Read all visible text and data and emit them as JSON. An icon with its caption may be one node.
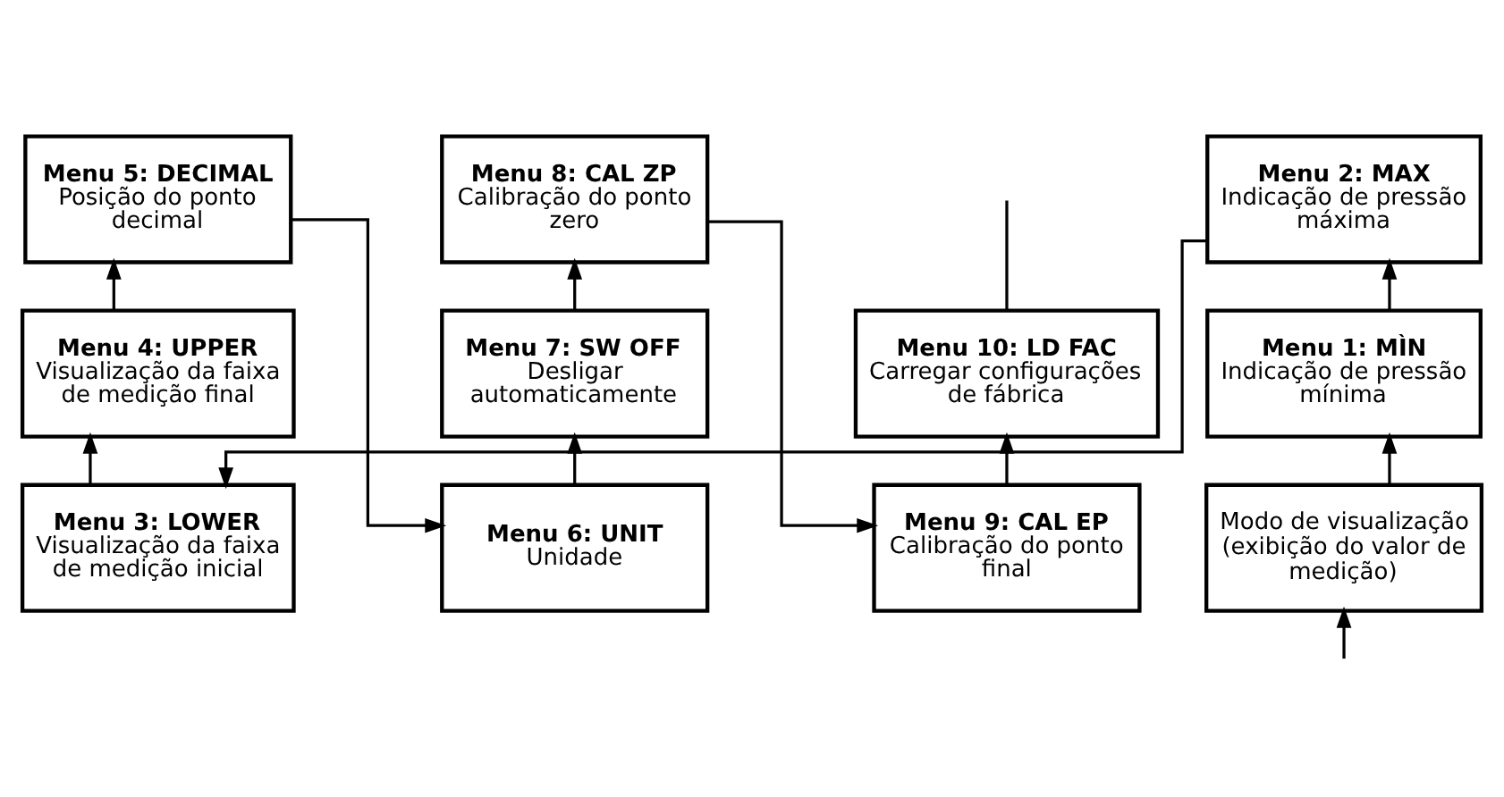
{
  "diagram": {
    "nodes": [
      {
        "text": [
          "Modo de visualização (exibição do valor de medição)"
        ]
      },
      {
        "text": [
          "Menu 1: MÌN",
          "Indicação de pressão mínima"
        ]
      },
      {
        "text": [
          "Menu 2: MAX",
          "Indicação de pressão máxima"
        ]
      },
      {
        "text": [
          "Menu 3: LOWER",
          "Visualização da faixa de medição inicial"
        ]
      },
      {
        "text": [
          "Menu 4: UPPER",
          "Visualização da faixa de medição final"
        ]
      },
      {
        "text": [
          "Menu 5: DECIMAL",
          "Posição do ponto decimal"
        ]
      },
      {
        "text": [
          "Menu 6: UNIT",
          "Unidade"
        ]
      },
      {
        "text": [
          "Menu 7: SW OFF",
          "Desligar automaticamente"
        ]
      },
      {
        "text": [
          "Menu 8: CAL ZP",
          "Calibração do ponto zero"
        ]
      },
      {
        "text": [
          "Menu 9: CAL EP",
          "Calibração do ponto final"
        ]
      },
      {
        "text": [
          "Menu 10: LD FAC",
          "Carregar configurações de fábrica"
        ]
      }
    ],
    "edges": [
      {
        "from": null,
        "to": 0,
        "arrow": "to"
      },
      {
        "from": 0,
        "to": 1,
        "arrow": "to"
      },
      {
        "from": 1,
        "to": 2,
        "arrow": "to"
      },
      {
        "from": 2,
        "to": 3,
        "arrow": "to"
      },
      {
        "from": 3,
        "to": 4,
        "arrow": "to"
      },
      {
        "from": 4,
        "to": 5,
        "arrow": "to"
      },
      {
        "from": 5,
        "to": 6,
        "arrow": "to"
      },
      {
        "from": 6,
        "to": 7,
        "arrow": "to"
      },
      {
        "from": 7,
        "to": 8,
        "arrow": "to"
      },
      {
        "from": 8,
        "to": 9,
        "arrow": "to"
      },
      {
        "from": 9,
        "to": 10,
        "arrow": "to"
      },
      {
        "from": 10,
        "to": null,
        "arrow": "none"
      }
    ]
  }
}
